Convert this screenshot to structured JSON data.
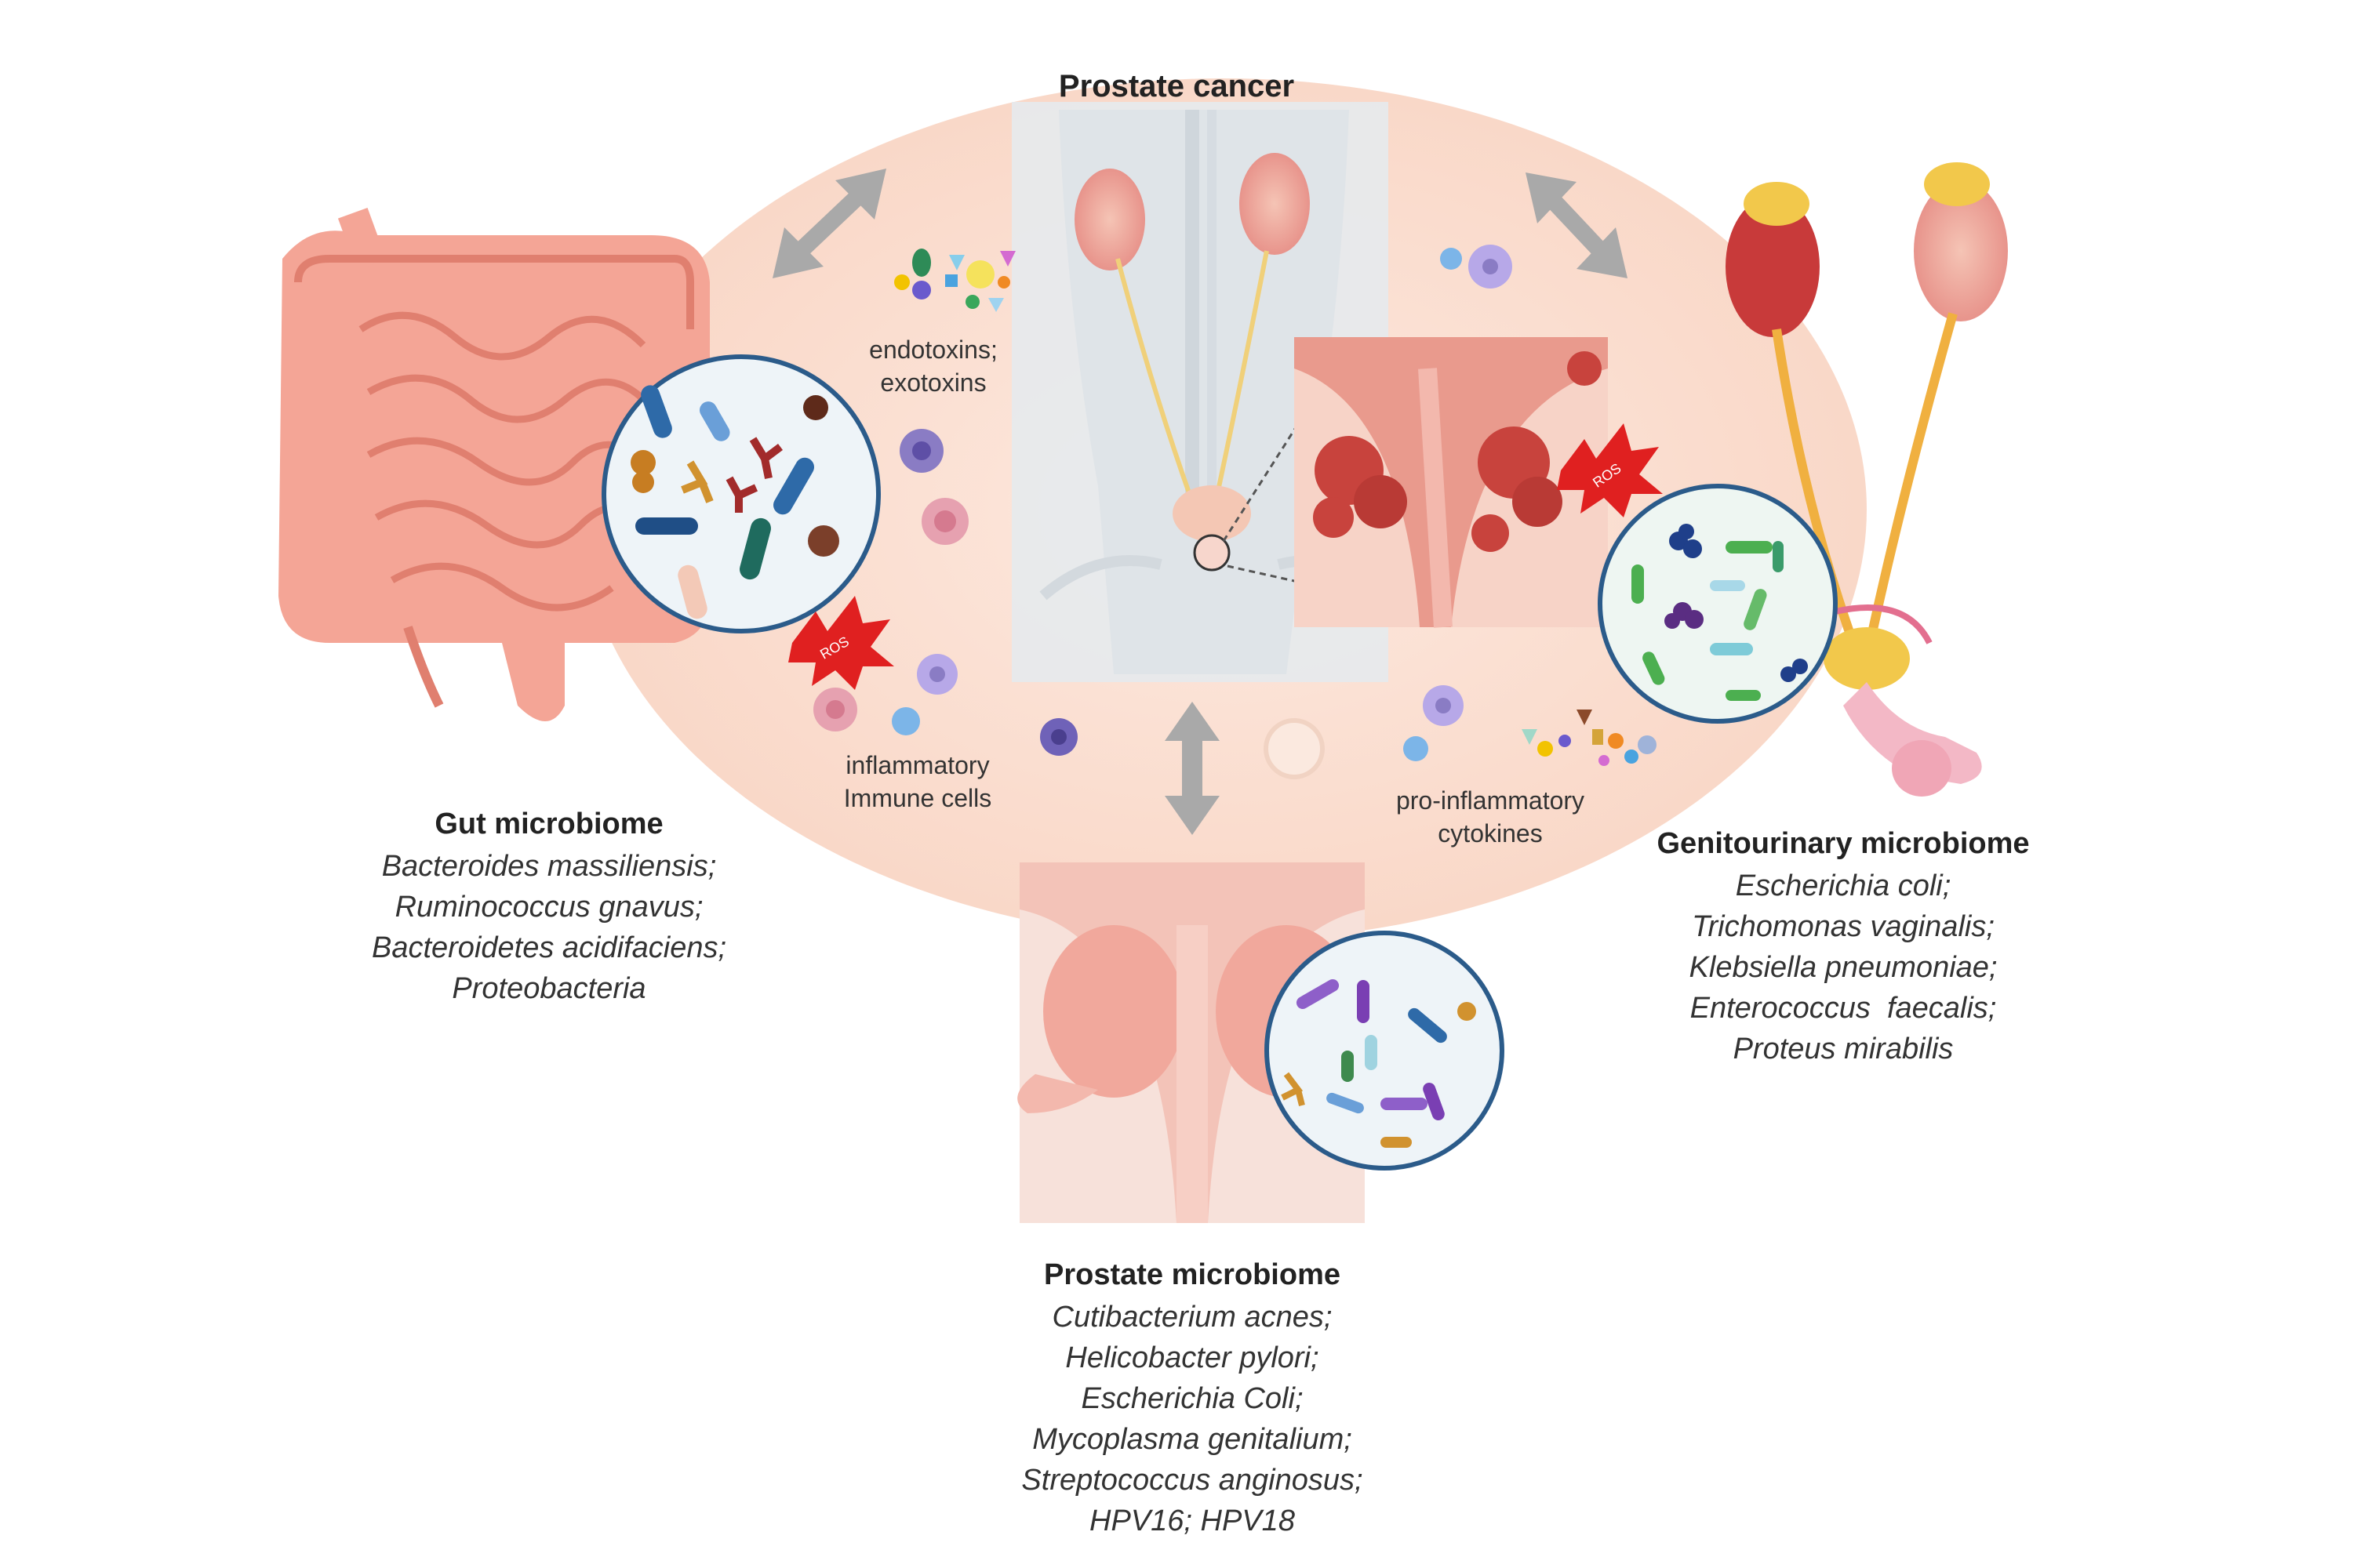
{
  "figure": {
    "title": "Prostate cancer",
    "labels": {
      "toxins": [
        "endotoxins;",
        "exotoxins"
      ],
      "immune": [
        "inflammatory",
        "Immune cells"
      ],
      "cytokines": [
        "pro-inflammatory",
        "cytokines"
      ],
      "ros": "ROS"
    },
    "gut": {
      "title": "Gut microbiome",
      "species": [
        "Bacteroides massiliensis;",
        "Ruminococcus gnavus;",
        "Bacteroidetes acidifaciens;",
        "Proteobacteria"
      ]
    },
    "genitourinary": {
      "title": "Genitourinary microbiome",
      "species": [
        "Escherichia coli;",
        "Trichomonas vaginalis;",
        "Klebsiella pneumoniae;",
        "Enterococcus  faecalis;",
        "Proteus mirabilis"
      ]
    },
    "prostate": {
      "title": "Prostate microbiome",
      "species": [
        "Cutibacterium acnes;",
        "Helicobacter pylori;",
        "Escherichia Coli;",
        "Mycoplasma genitalium;",
        "Streptococcus anginosus;",
        "HPV16; HPV18"
      ]
    }
  },
  "colors": {
    "oval": "#fbe3d8",
    "intestine": "#f4a596",
    "intestine_dark": "#e07f6f",
    "arrow": "#a9a9a9",
    "body": "#e9edf0",
    "tumor": "#c8433d",
    "kidney": "#e88a8a",
    "ros": "#e02020",
    "prostate_tissue": "#f3b8ad",
    "circle_bg": "#eef4f8"
  }
}
